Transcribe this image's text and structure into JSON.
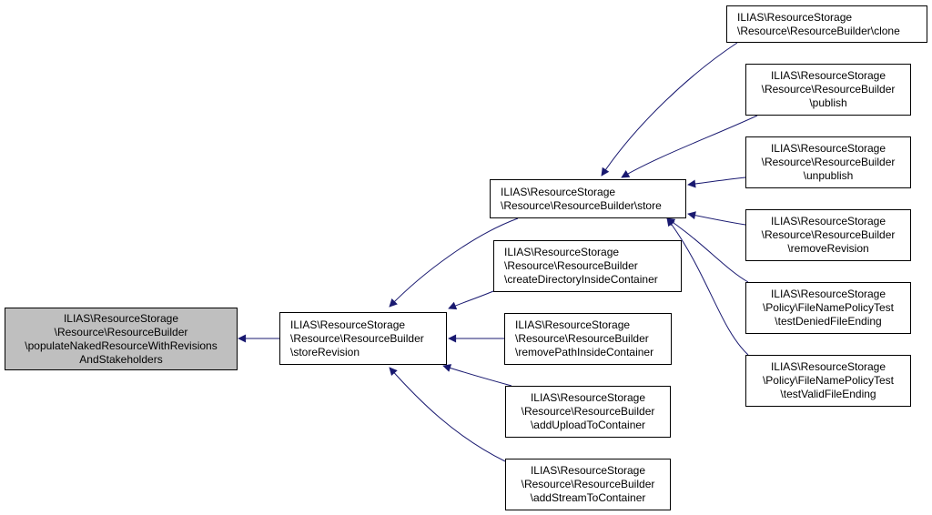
{
  "diagram": {
    "edge_color": "#191970",
    "nodes": {
      "populate": {
        "lines": [
          "ILIAS\\ResourceStorage",
          "\\Resource\\ResourceBuilder",
          "\\populateNakedResourceWithRevisions",
          "AndStakeholders"
        ],
        "align": "center",
        "focus": true
      },
      "storeRevision": {
        "lines": [
          "ILIAS\\ResourceStorage",
          "\\Resource\\ResourceBuilder",
          "\\storeRevision"
        ],
        "align": "left"
      },
      "store": {
        "lines": [
          "ILIAS\\ResourceStorage",
          "\\Resource\\ResourceBuilder\\store"
        ],
        "align": "left"
      },
      "createDir": {
        "lines": [
          "ILIAS\\ResourceStorage",
          "\\Resource\\ResourceBuilder",
          "\\createDirectoryInsideContainer"
        ],
        "align": "left"
      },
      "removePath": {
        "lines": [
          "ILIAS\\ResourceStorage",
          "\\Resource\\ResourceBuilder",
          "\\removePathInsideContainer"
        ],
        "align": "left"
      },
      "addUpload": {
        "lines": [
          "ILIAS\\ResourceStorage",
          "\\Resource\\ResourceBuilder",
          "\\addUploadToContainer"
        ],
        "align": "center"
      },
      "addStream": {
        "lines": [
          "ILIAS\\ResourceStorage",
          "\\Resource\\ResourceBuilder",
          "\\addStreamToContainer"
        ],
        "align": "center"
      },
      "clone": {
        "lines": [
          "ILIAS\\ResourceStorage",
          "\\Resource\\ResourceBuilder\\clone"
        ],
        "align": "left"
      },
      "publish": {
        "lines": [
          "ILIAS\\ResourceStorage",
          "\\Resource\\ResourceBuilder",
          "\\publish"
        ],
        "align": "center"
      },
      "unpublish": {
        "lines": [
          "ILIAS\\ResourceStorage",
          "\\Resource\\ResourceBuilder",
          "\\unpublish"
        ],
        "align": "center"
      },
      "removeRevision": {
        "lines": [
          "ILIAS\\ResourceStorage",
          "\\Resource\\ResourceBuilder",
          "\\removeRevision"
        ],
        "align": "center"
      },
      "testDenied": {
        "lines": [
          "ILIAS\\ResourceStorage",
          "\\Policy\\FileNamePolicyTest",
          "\\testDeniedFileEnding"
        ],
        "align": "center"
      },
      "testValid": {
        "lines": [
          "ILIAS\\ResourceStorage",
          "\\Policy\\FileNamePolicyTest",
          "\\testValidFileEnding"
        ],
        "align": "center"
      }
    },
    "edges": [
      {
        "from": "storeRevision",
        "to": "populate"
      },
      {
        "from": "store",
        "to": "storeRevision"
      },
      {
        "from": "createDir",
        "to": "storeRevision"
      },
      {
        "from": "removePath",
        "to": "storeRevision"
      },
      {
        "from": "addUpload",
        "to": "storeRevision"
      },
      {
        "from": "addStream",
        "to": "storeRevision"
      },
      {
        "from": "clone",
        "to": "store"
      },
      {
        "from": "publish",
        "to": "store"
      },
      {
        "from": "unpublish",
        "to": "store"
      },
      {
        "from": "removeRevision",
        "to": "store"
      },
      {
        "from": "testDenied",
        "to": "store"
      },
      {
        "from": "testValid",
        "to": "store"
      }
    ]
  }
}
